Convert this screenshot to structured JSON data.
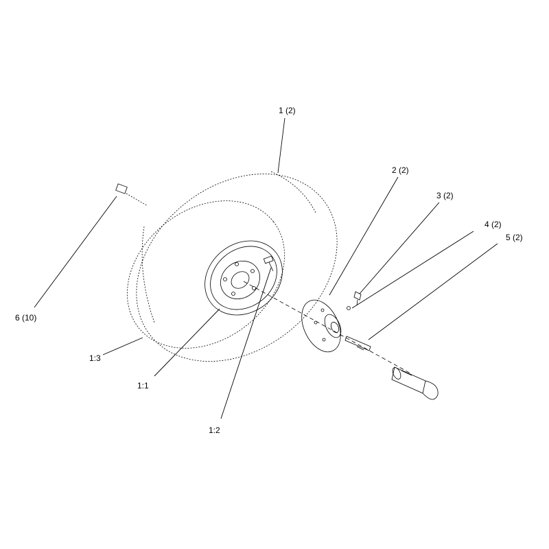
{
  "callouts": {
    "tire_assembly": "1 (2)",
    "hub": "2 (2)",
    "grease_fitting": "3 (2)",
    "part_4": "4 (2)",
    "key": "5 (2)",
    "lug_nut": "6 (10)",
    "rim": "1:1",
    "valve_stem": "1:2",
    "tire": "1:3"
  },
  "colors": {
    "line": "#000000",
    "background": "#ffffff"
  }
}
